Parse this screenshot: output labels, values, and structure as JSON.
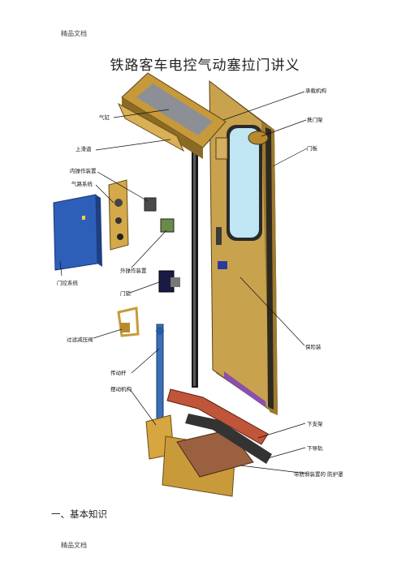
{
  "header": {
    "text": "精品文档"
  },
  "footer": {
    "text": "精品文档"
  },
  "document": {
    "title": "铁路客车电控气动塞拉门讲义",
    "section_heading": "一、基本知识"
  },
  "figure": {
    "labels": {
      "carrier": "承载机构",
      "cylinder": "气缸",
      "upper_rail": "上滑道",
      "door_frame_left": "携门架",
      "inner_handle": "内操作装置",
      "door_leaf": "门板",
      "pneumatic": "气路系统",
      "outer_handle": "外操作装置",
      "control": "门控系统",
      "lock": "门锁",
      "filter": "过滤减压阀",
      "anti_pinch": "保险装",
      "shaft": "传动杆",
      "swing_arm": "摆动机构",
      "lower_frame": "下支架",
      "lower_rail": "下导轨",
      "pedal": "带防滑装置的 防护罩"
    }
  }
}
